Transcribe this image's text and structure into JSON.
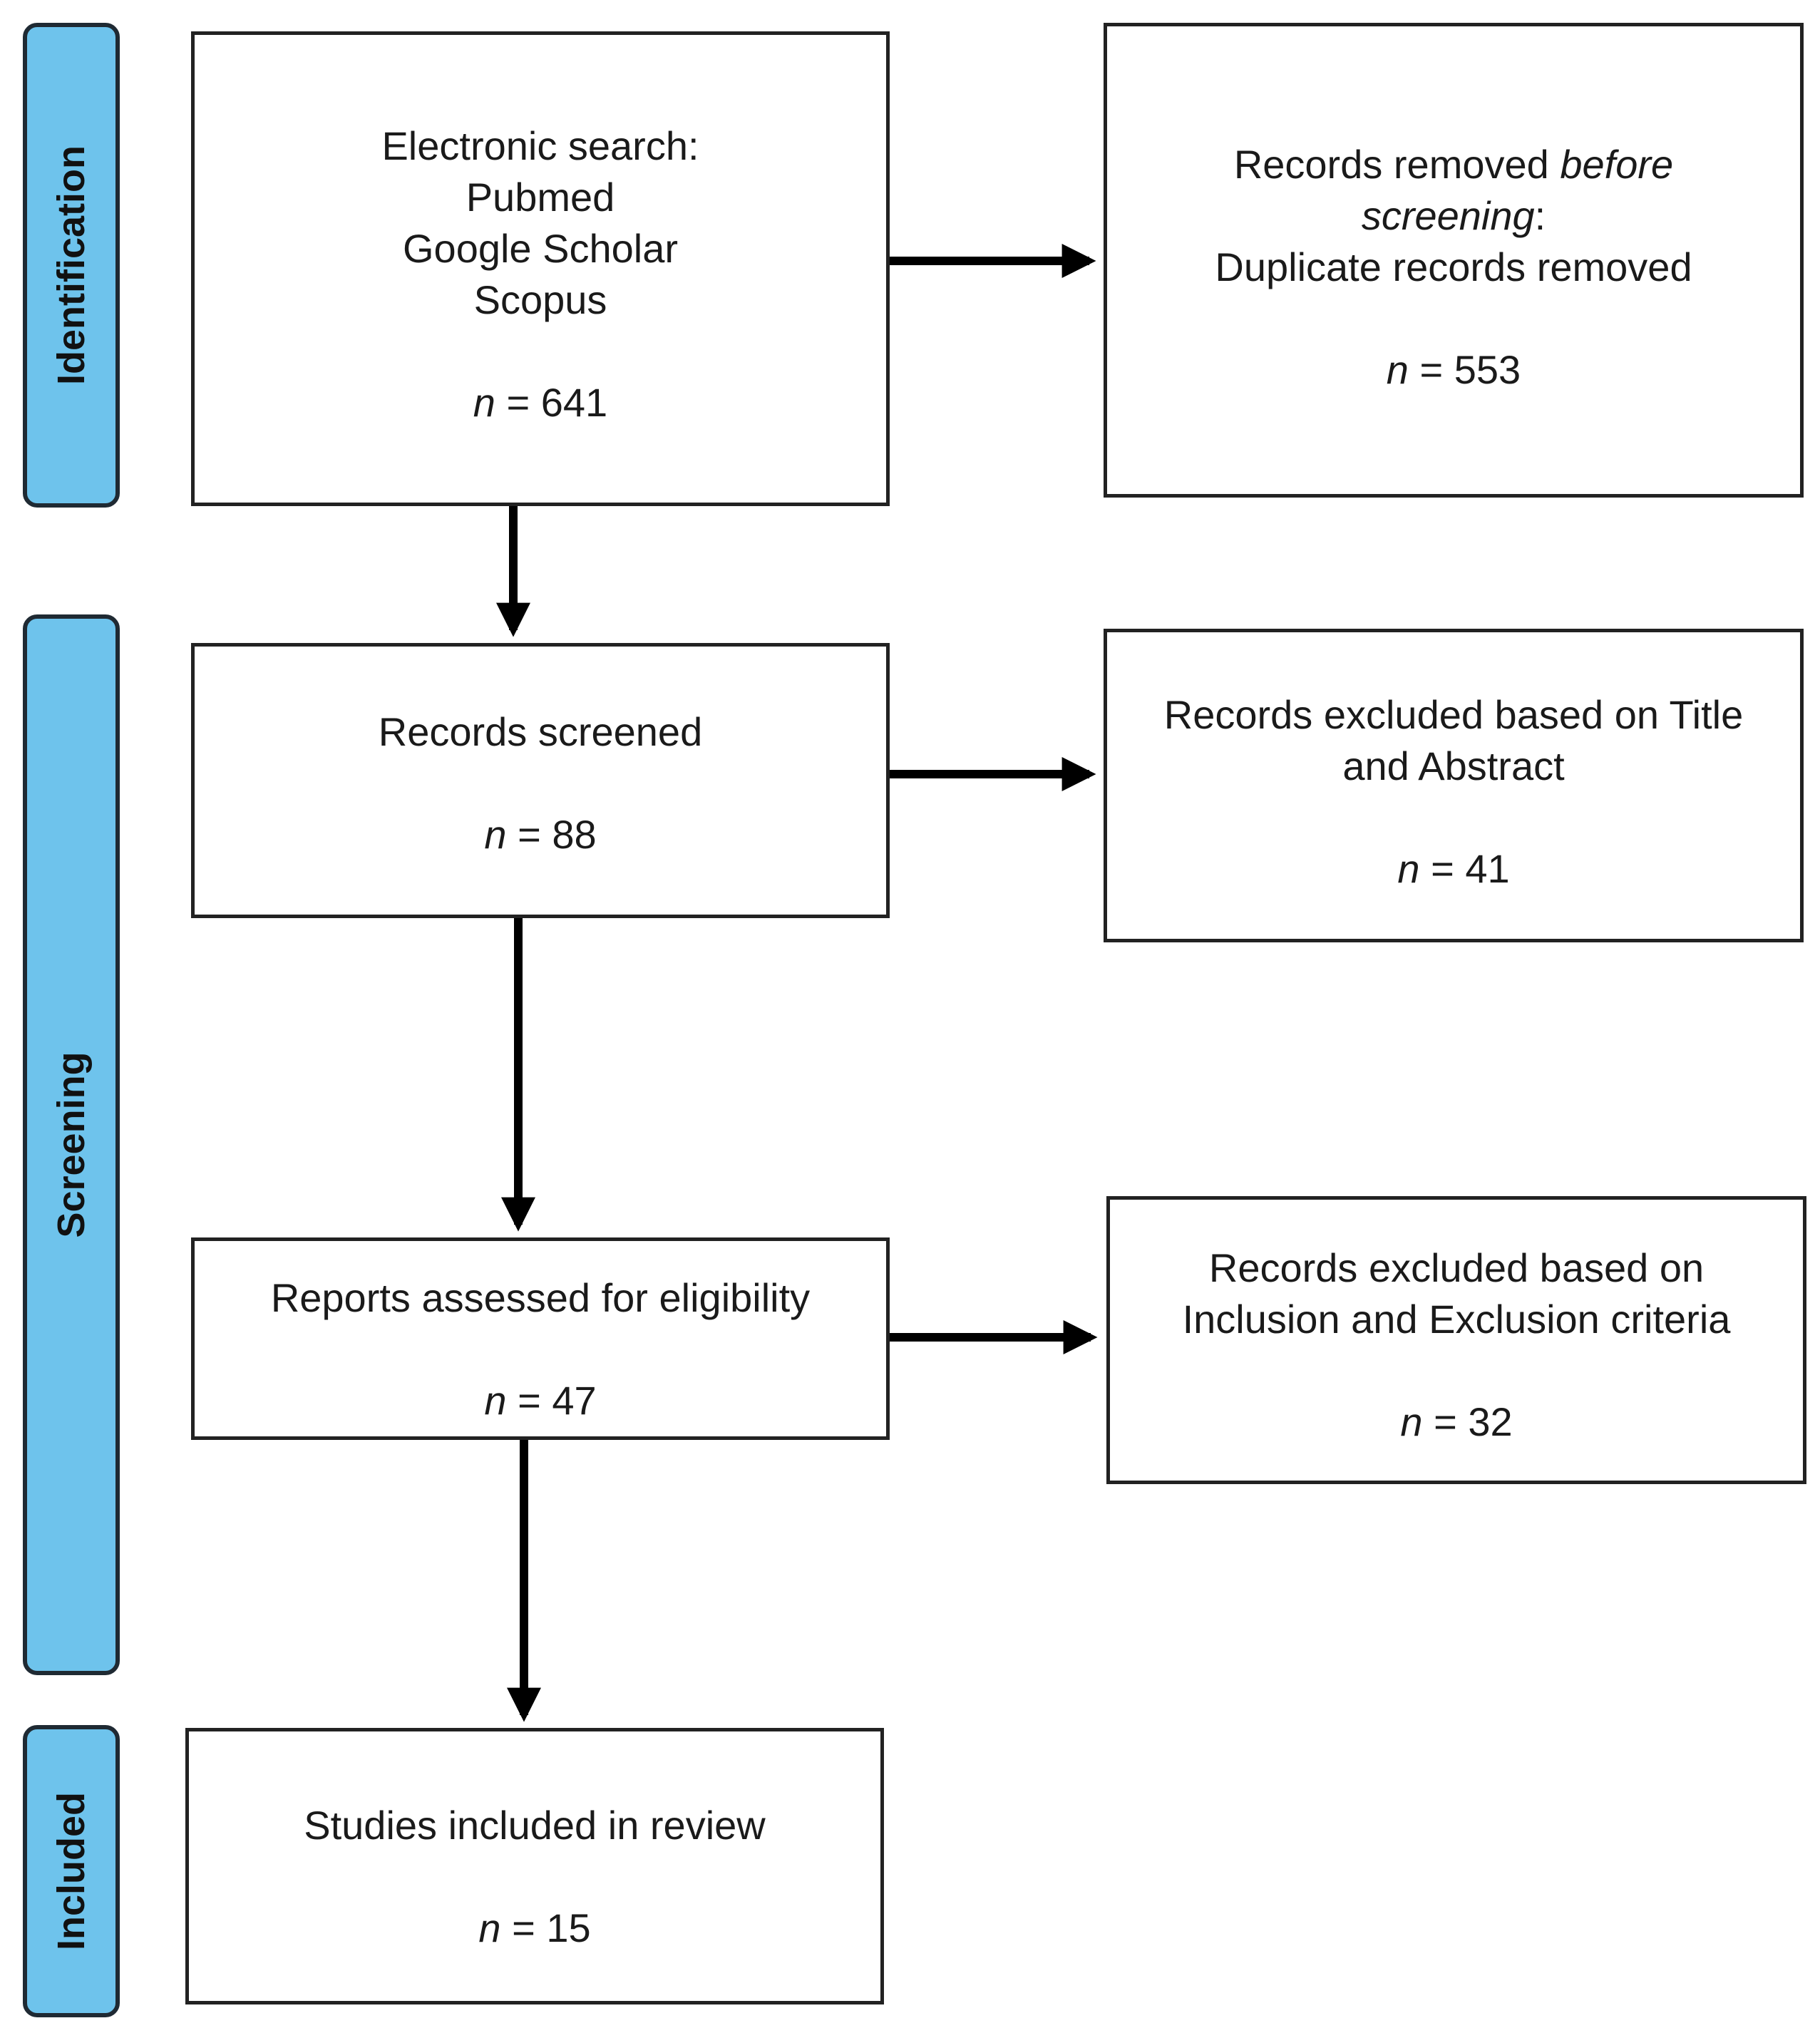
{
  "phases": {
    "identification": "Identification",
    "screening": "Screening",
    "included": "Included"
  },
  "boxes": {
    "search": {
      "lines": [
        "Electronic search:",
        "Pubmed",
        "Google Scholar",
        "Scopus"
      ],
      "n_label": "n",
      "n_value": "= 641"
    },
    "removed": {
      "line1_prefix": "Records removed",
      "line1_italic": "before",
      "line2_italic": "screening",
      "line2_suffix": ":",
      "line3": "Duplicate records removed",
      "n_label": "n",
      "n_value": "=  553"
    },
    "screened": {
      "lines": [
        "Records screened"
      ],
      "n_label": "n",
      "n_value": "= 88"
    },
    "excluded_title": {
      "lines": [
        "Records excluded based on Title",
        "and Abstract"
      ],
      "n_label": "n",
      "n_value": "=  41"
    },
    "eligibility": {
      "lines": [
        "Reports assessed for eligibility"
      ],
      "n_label": "n",
      "n_value": "= 47"
    },
    "excluded_criteria": {
      "lines": [
        "Records excluded based on",
        "Inclusion and Exclusion criteria"
      ],
      "n_label": "n",
      "n_value": "=  32"
    },
    "included": {
      "lines": [
        "Studies included in review"
      ],
      "n_label": "n",
      "n_value": "= 15"
    }
  },
  "colors": {
    "phase_fill": "#6ec3ec",
    "phase_border": "#1f2a33",
    "box_border": "#222222",
    "arrow": "#000000"
  }
}
